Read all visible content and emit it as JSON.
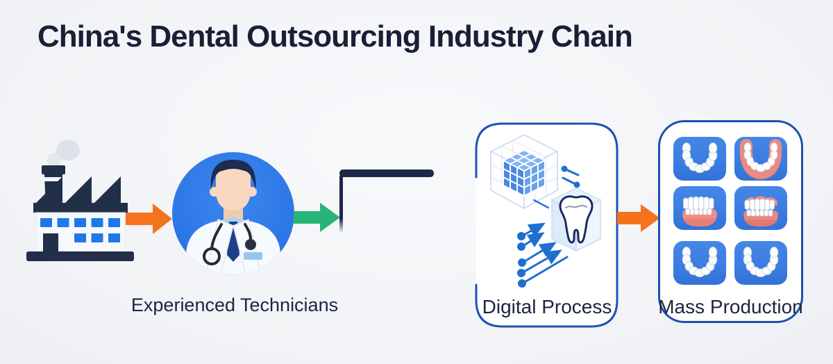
{
  "title": "China's Dental Outsourcing Industry Chain",
  "colors": {
    "background": "#f1f3f6",
    "ink": "#1a1f36",
    "box_border_blue": "#1d52b5",
    "arrow_orange": "#f5731d",
    "arrow_green": "#28b478",
    "avatar_blue": "#2e7ae6",
    "data_blue": "#1f6fd0",
    "tile_blue": "#3b7de2",
    "gum_pink": "#ef8e86",
    "dark_navy": "#222f49"
  },
  "stages": {
    "factory": {
      "icon": "factory-icon"
    },
    "technicians": {
      "icon": "technician-avatar",
      "label": "Experienced Technicians"
    },
    "screen": {
      "icon": "screen-frame-icon"
    },
    "digital_process": {
      "label": "Digital Process",
      "icons": [
        "voxel-cube-icon",
        "data-dots-icon",
        "tooth-in-cube-icon",
        "data-flow-arrows-icon"
      ]
    },
    "mass_production": {
      "label": "Mass Production",
      "tiles": [
        {
          "position": "row1-col1",
          "type": "upper-arch-white"
        },
        {
          "position": "row1-col2",
          "type": "lower-denture-pink-arch"
        },
        {
          "position": "row2-col1",
          "type": "front-teeth-pink-gum"
        },
        {
          "position": "row2-col2",
          "type": "full-denture-front"
        },
        {
          "position": "row3-col1",
          "type": "lower-arch-white"
        },
        {
          "position": "row3-col2",
          "type": "lower-arch-white"
        }
      ]
    }
  },
  "connectors": [
    {
      "from": "factory",
      "to": "technicians",
      "style": "orange-arrow"
    },
    {
      "from": "technicians",
      "to": "screen",
      "style": "green-arrow"
    },
    {
      "from": "digital_process",
      "to": "mass_production",
      "style": "orange-arrow"
    }
  ]
}
